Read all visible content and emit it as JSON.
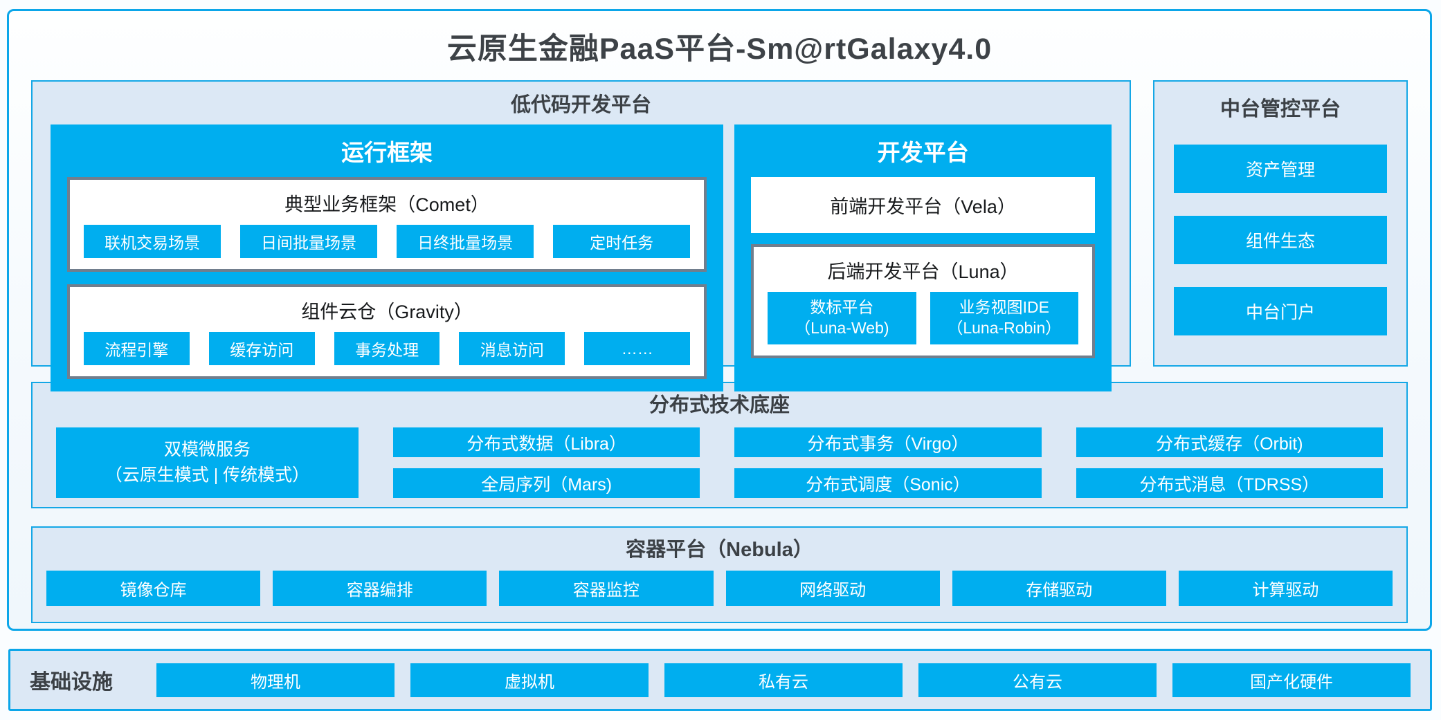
{
  "title": "云原生金融PaaS平台-Sm@rtGalaxy4.0",
  "colors": {
    "accent_blue": "#00aeef",
    "panel_bg": "#dce8f5",
    "panel_border": "#14a7e6",
    "outer_border": "#0ba6e9",
    "gray_box_border": "#717e8d",
    "dark_text": "#3b4045"
  },
  "low_code": {
    "title": "低代码开发平台",
    "runtime": {
      "title": "运行框架",
      "comet": {
        "title": "典型业务框架（Comet）",
        "items": [
          "联机交易场景",
          "日间批量场景",
          "日终批量场景",
          "定时任务"
        ]
      },
      "gravity": {
        "title": "组件云仓（Gravity）",
        "items": [
          "流程引擎",
          "缓存访问",
          "事务处理",
          "消息访问",
          "……"
        ]
      }
    },
    "dev": {
      "title": "开发平台",
      "vela": "前端开发平台（Vela）",
      "luna": {
        "title": "后端开发平台（Luna）",
        "items": [
          {
            "name": "数标平台",
            "sub": "（Luna-Web)"
          },
          {
            "name": "业务视图IDE",
            "sub": "（Luna-Robin）"
          }
        ]
      }
    }
  },
  "midend": {
    "title": "中台管控平台",
    "items": [
      "资产管理",
      "组件生态",
      "中台门户"
    ]
  },
  "distributed": {
    "title": "分布式技术底座",
    "dual": {
      "line1": "双模微服务",
      "line2": "（云原生模式 | 传统模式）"
    },
    "columns": [
      [
        "分布式数据（Libra）",
        "全局序列（Mars)"
      ],
      [
        "分布式事务（Virgo）",
        "分布式调度（Sonic）"
      ],
      [
        "分布式缓存（Orbit)",
        "分布式消息（TDRSS）"
      ]
    ]
  },
  "container": {
    "title": "容器平台（Nebula）",
    "items": [
      "镜像仓库",
      "容器编排",
      "容器监控",
      "网络驱动",
      "存储驱动",
      "计算驱动"
    ]
  },
  "infra": {
    "title": "基础设施",
    "items": [
      "物理机",
      "虚拟机",
      "私有云",
      "公有云",
      "国产化硬件"
    ]
  }
}
